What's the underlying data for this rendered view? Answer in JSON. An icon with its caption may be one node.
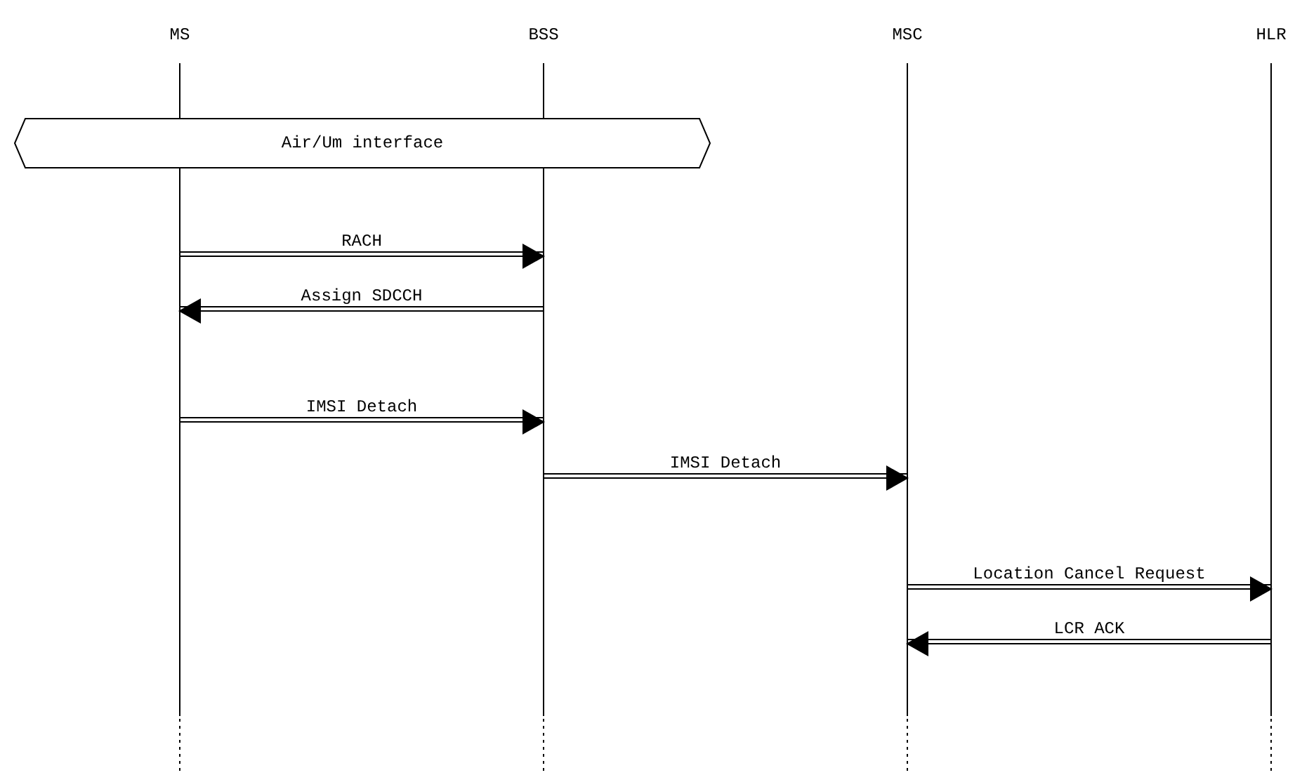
{
  "diagram": {
    "nodes": [
      {
        "text": [
          "MS"
        ]
      },
      {
        "text": [
          "BSS"
        ]
      },
      {
        "text": [
          "MSC"
        ]
      },
      {
        "text": [
          "HLR"
        ]
      },
      {
        "text": [
          "Air/Um interface"
        ]
      }
    ],
    "edges": [
      {
        "from": 0,
        "to": 1,
        "arrow": "to",
        "label": "RACH"
      },
      {
        "from": 1,
        "to": 0,
        "arrow": "to",
        "label": "Assign SDCCH"
      },
      {
        "from": 0,
        "to": 1,
        "arrow": "to",
        "label": "IMSI Detach"
      },
      {
        "from": 1,
        "to": 2,
        "arrow": "to",
        "label": "IMSI Detach"
      },
      {
        "from": 2,
        "to": 3,
        "arrow": "to",
        "label": "Location Cancel Request"
      },
      {
        "from": 3,
        "to": 2,
        "arrow": "to",
        "label": "LCR ACK"
      }
    ]
  }
}
